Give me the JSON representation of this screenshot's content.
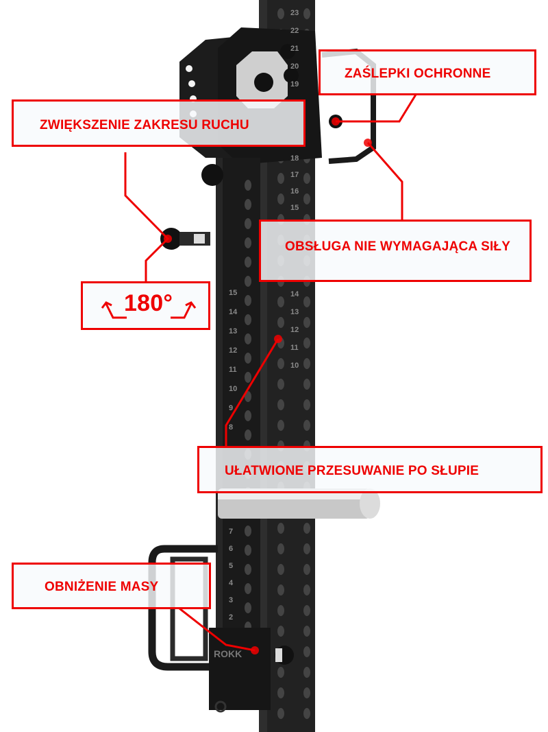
{
  "callouts": {
    "protective_caps": "ZAŚLEPKI OCHRONNE",
    "range_of_motion": "ZWIĘKSZENIE ZAKRESU RUCHU",
    "rotation": "180°",
    "effortless_operation": "OBSŁUGA NIE WYMAGAJĄCA SIŁY",
    "easy_sliding": "UŁATWIONE PRZESUWANIE PO SŁUPIE",
    "lower_mass": "OBNIŻENIE MASY"
  },
  "product": {
    "brand_logo": "ROKK",
    "front_column_numbers": [
      "15",
      "14",
      "13",
      "12",
      "11",
      "10",
      "9",
      "8",
      "7",
      "6",
      "5",
      "4",
      "3",
      "2"
    ],
    "back_column_numbers": [
      "23",
      "22",
      "21",
      "20",
      "19",
      "18",
      "17",
      "16",
      "15",
      "14",
      "13",
      "12",
      "11",
      "10"
    ]
  },
  "colors": {
    "accent": "#ee0000",
    "steel": "#1e1e1e"
  }
}
